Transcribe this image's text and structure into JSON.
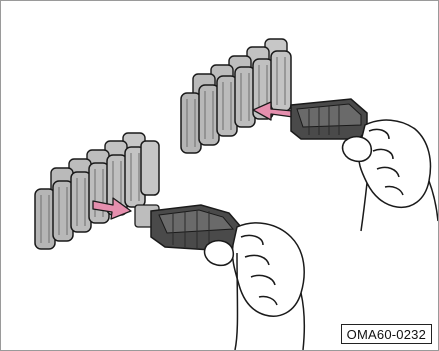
{
  "figure": {
    "id_label": "OMA60-0232"
  },
  "colors": {
    "fuse_fill": "#bdbdbd",
    "fuse_dark": "#8a8a8a",
    "puller_fill": "#4a4a4a",
    "puller_dark": "#2a2a2a",
    "arrow_fill": "#e58fae",
    "outline": "#1a1a1a",
    "hand_fill": "#ffffff",
    "frame_border": "#9a9a9a"
  },
  "icons": {
    "fuse_block_top": "fuse-block",
    "fuse_block_bottom": "fuse-block",
    "puller_top": "fuse-puller-tool",
    "puller_bottom": "fuse-puller-tool",
    "arrow_insert": "arrow-left",
    "arrow_remove": "arrow-right",
    "hand_top": "hand",
    "hand_bottom": "hand"
  }
}
